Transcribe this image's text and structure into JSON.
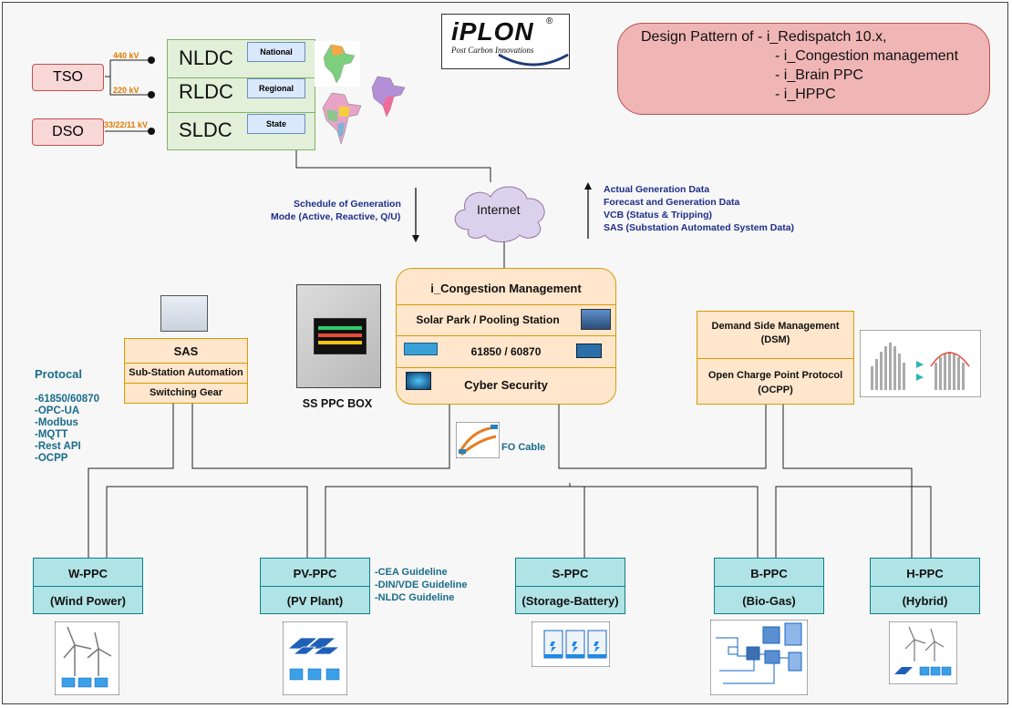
{
  "logo": {
    "name": "iPLON",
    "tagline": "Post Carbon Innovations"
  },
  "design_pattern": {
    "lines": [
      "Design Pattern of - i_Redispatch 10.x,",
      "- i_Congestion management",
      "- i_Brain PPC",
      "- i_HPPC"
    ]
  },
  "grid": {
    "tso": "TSO",
    "dso": "DSO",
    "volt_440": "440 kV",
    "volt_220": "220 kV",
    "volt_dso": "33/22/11 kV",
    "levels": [
      {
        "name": "NLDC",
        "tag": "National"
      },
      {
        "name": "RLDC",
        "tag": "Regional"
      },
      {
        "name": "SLDC",
        "tag": "State"
      }
    ]
  },
  "internet": "Internet",
  "schedule": {
    "line1": "Schedule of Generation",
    "line2": "Mode (Active, Reactive, Q/U)"
  },
  "uplink": [
    "Actual Generation Data",
    "Forecast and Generation Data",
    "VCB (Status & Tripping)",
    "SAS (Substation Automated System Data)"
  ],
  "congestion": {
    "title": "i_Congestion Management",
    "solar": "Solar Park / Pooling Station",
    "protocol": "61850 / 60870",
    "cyber": "Cyber Security"
  },
  "ss_ppc_box": "SS PPC BOX",
  "sas": {
    "title": "SAS",
    "row1": "Sub-Station Automation",
    "row2": "Switching Gear"
  },
  "protocol": {
    "title": "Protocal",
    "items": [
      "-61850/60870",
      "-OPC-UA",
      "-Modbus",
      "-MQTT",
      "-Rest API",
      "-OCPP"
    ]
  },
  "dsm": {
    "row1a": "Demand Side Management",
    "row1b": "(DSM)",
    "row2a": "Open Charge Point Protocol",
    "row2b": "(OCPP)"
  },
  "fo_cable": "FO Cable",
  "guidelines": [
    "-CEA Guideline",
    "-DIN/VDE Guideline",
    "-NLDC Guideline"
  ],
  "ppcs": [
    {
      "name": "W-PPC",
      "sub": "(Wind Power)"
    },
    {
      "name": "PV-PPC",
      "sub": "(PV Plant)"
    },
    {
      "name": "S-PPC",
      "sub": "(Storage-Battery)"
    },
    {
      "name": "B-PPC",
      "sub": "(Bio-Gas)"
    },
    {
      "name": "H-PPC",
      "sub": "(Hybrid)"
    }
  ],
  "colors": {
    "tso_fill": "#f8d7d7",
    "green_fill": "#e2f0d9",
    "orange_fill": "#ffe6cc",
    "cyan_fill": "#b0e3e6",
    "internet_fill": "#dad2ec",
    "text_blue": "#1f2e8a",
    "text_teal": "#1a6c8a"
  }
}
